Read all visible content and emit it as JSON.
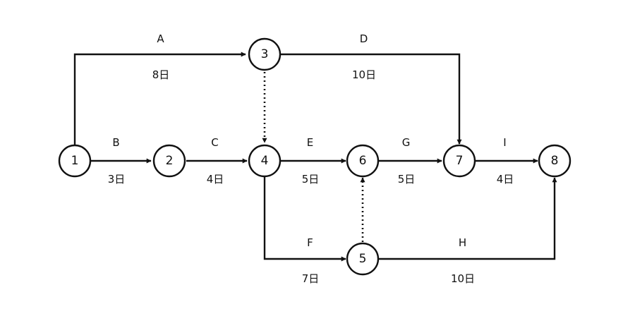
{
  "nodes": [
    {
      "id": "1",
      "label": "1"
    },
    {
      "id": "2",
      "label": "2"
    },
    {
      "id": "3",
      "label": "3"
    },
    {
      "id": "4",
      "label": "4"
    },
    {
      "id": "5",
      "label": "5"
    },
    {
      "id": "6",
      "label": "6"
    },
    {
      "id": "7",
      "label": "7"
    },
    {
      "id": "8",
      "label": "8"
    }
  ],
  "activities": [
    {
      "id": "A",
      "name": "A",
      "from": "1",
      "to": "3",
      "duration": "8日"
    },
    {
      "id": "B",
      "name": "B",
      "from": "1",
      "to": "2",
      "duration": "3日"
    },
    {
      "id": "C",
      "name": "C",
      "from": "2",
      "to": "4",
      "duration": "4日"
    },
    {
      "id": "D",
      "name": "D",
      "from": "3",
      "to": "7",
      "duration": "10日"
    },
    {
      "id": "E",
      "name": "E",
      "from": "4",
      "to": "6",
      "duration": "5日"
    },
    {
      "id": "F",
      "name": "F",
      "from": "4",
      "to": "5",
      "duration": "7日"
    },
    {
      "id": "G",
      "name": "G",
      "from": "6",
      "to": "7",
      "duration": "5日"
    },
    {
      "id": "H",
      "name": "H",
      "from": "5",
      "to": "8",
      "duration": "10日"
    },
    {
      "id": "I",
      "name": "I",
      "from": "7",
      "to": "8",
      "duration": "4日"
    }
  ],
  "dummy_activities": [
    {
      "id": "dummy-3-4",
      "from": "3",
      "to": "4"
    },
    {
      "id": "dummy-5-6",
      "from": "5",
      "to": "6"
    }
  ],
  "style": {
    "line_color": "#111111",
    "node_fill": "#ffffff"
  }
}
